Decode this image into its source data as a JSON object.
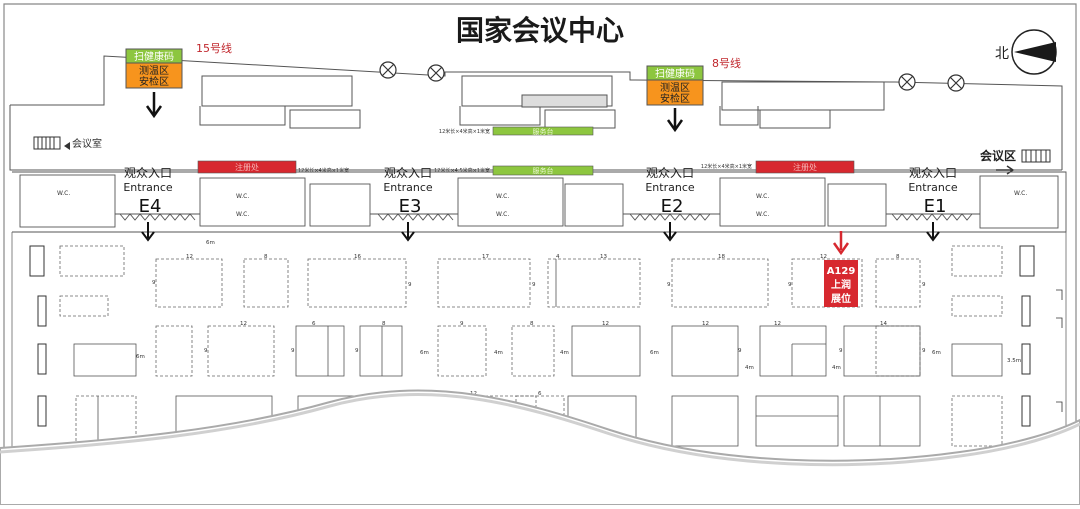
{
  "title": "国家会议中心",
  "north_label": "北",
  "lines": {
    "line15": "15号线",
    "line8": "8号线"
  },
  "checkpoint": {
    "scan": "扫健康码",
    "temp": "测温区",
    "security": "安检区"
  },
  "meeting_room_label": "会议室",
  "meeting_area_label": "会议区",
  "entrances": [
    {
      "cn": "观众入口",
      "en": "Entrance",
      "code": "E4"
    },
    {
      "cn": "观众入口",
      "en": "Entrance",
      "code": "E3"
    },
    {
      "cn": "观众入口",
      "en": "Entrance",
      "code": "E2"
    },
    {
      "cn": "观众入口",
      "en": "Entrance",
      "code": "E1"
    }
  ],
  "wc_label": "W.C.",
  "red_banners": [
    "注册处",
    "注册处"
  ],
  "green_banners": [
    "服务台",
    "服务台"
  ],
  "banner_notes": [
    "12米长×4米高×1米宽",
    "12米长×4.5米高×1米宽",
    "12米长×4米高×1米宽",
    "12米长×4米高×1米宽"
  ],
  "highlight": {
    "code": "A129",
    "line1": "上润",
    "line2": "展位",
    "color": "#d7282f"
  },
  "colors": {
    "green": "#8dc63f",
    "orange": "#f7941d",
    "red": "#d7282f"
  },
  "dimensions": {
    "row1_top": [
      "12",
      "8",
      "16",
      "17",
      "4",
      "13",
      "18",
      "12",
      "8"
    ],
    "row1_side": [
      "9",
      "9",
      "9",
      "9",
      "9",
      "9"
    ],
    "row2_top": [
      "12",
      "6",
      "8",
      "9",
      "8",
      "12",
      "12",
      "12",
      "14"
    ],
    "row2_side": [
      "9",
      "9",
      "9",
      "9",
      "9",
      "9"
    ],
    "row3_top": [
      "12",
      "6"
    ],
    "misc": [
      "6m",
      "6m",
      "6m",
      "4m",
      "4m",
      "6m",
      "4m",
      "4m",
      "6m",
      "3.5m"
    ]
  }
}
